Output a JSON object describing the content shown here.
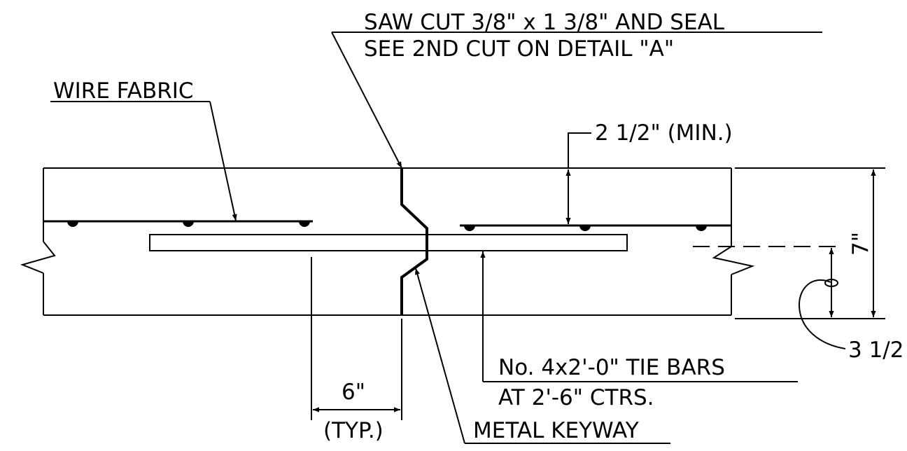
{
  "labels": {
    "saw_cut_line1": "SAW CUT 3/8\" x 1 3/8\" AND SEAL",
    "saw_cut_line2": "SEE 2ND CUT ON DETAIL \"A\"",
    "wire_fabric": "WIRE FABRIC",
    "cover": "2 1/2\" (MIN.)",
    "thickness": "7\"",
    "half_depth": "3 1/2",
    "tie_bars_line1": "No. 4x2'-0\" TIE BARS",
    "tie_bars_line2": "AT 2'-6\" CTRS.",
    "spacing": "6\"",
    "spacing_note": "(TYP.)",
    "keyway": "METAL KEYWAY"
  }
}
